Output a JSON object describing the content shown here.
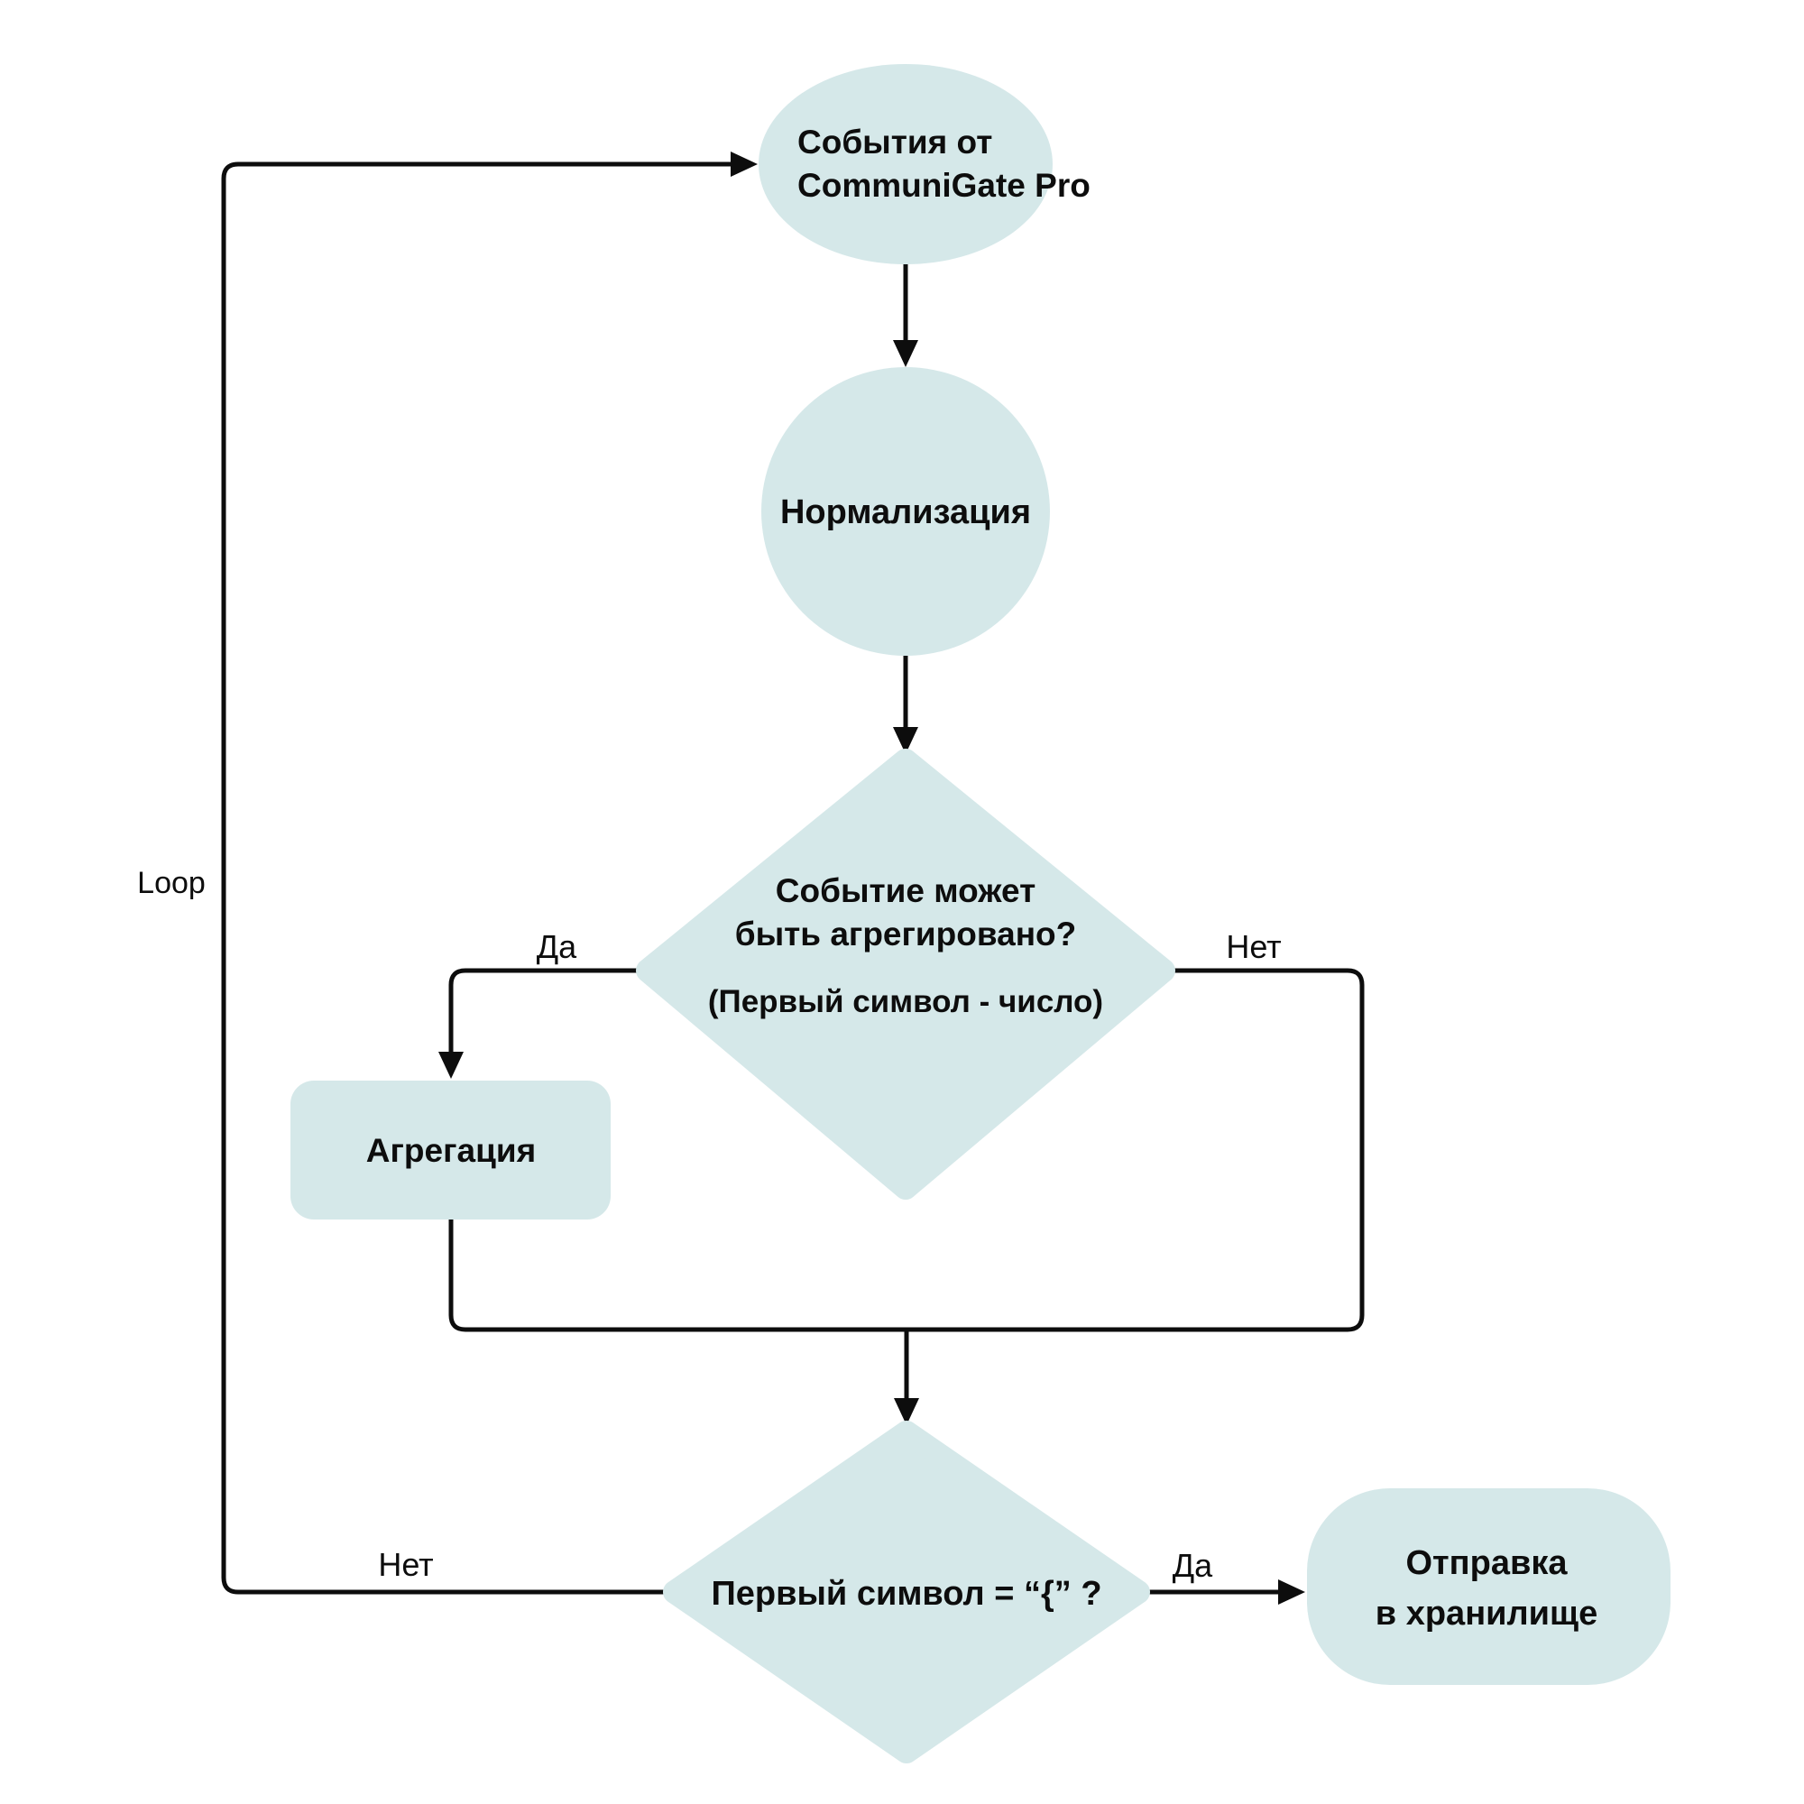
{
  "diagram": {
    "colors": {
      "node_fill": "#d5e8e9",
      "line": "#0d0d0d",
      "text": "#0d0d0d",
      "background": "#ffffff"
    },
    "nodes": {
      "start_ellipse": {
        "lines": [
          "События от",
          "CommuniGate Pro"
        ]
      },
      "normalization_circle": {
        "label": "Нормализация"
      },
      "aggregate_decision": {
        "lines": [
          "Событие может",
          "быть агрегировано?",
          "(Первый символ - число)"
        ]
      },
      "aggregation_box": {
        "label": "Агрегация"
      },
      "first_char_decision": {
        "label": "Первый символ  = “{” ?"
      },
      "storage_pill": {
        "lines": [
          "Отправка",
          "в хранилище"
        ]
      }
    },
    "edge_labels": {
      "yes_aggregate": "Да",
      "no_aggregate": "Нет",
      "yes_storage": "Да",
      "no_loop": "Нет",
      "loop": "Loop"
    }
  }
}
